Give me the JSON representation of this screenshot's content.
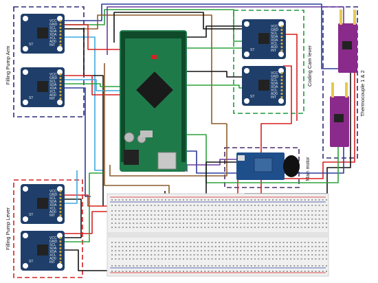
{
  "groups": {
    "arm": {
      "label": "Filling Pump Arm",
      "color": "#2b2a7a"
    },
    "cam": {
      "label": "Coding Cam lever",
      "color": "#1a9a3a"
    },
    "thermo": {
      "label": "Thermocouple 1 & 2",
      "color": "#2b2a7a"
    },
    "motor": {
      "label": "Main motor",
      "color": "#4a2a6a"
    },
    "lever": {
      "label": "Filling Pump Lever",
      "color": "#d02020"
    }
  },
  "board": {
    "color": "#1f7a4a",
    "chip_color": "#1a1a1a"
  },
  "sensor": {
    "color": "#1f3f6a",
    "chip_color": "#222222",
    "pins": [
      "VCC",
      "GND",
      "SCL",
      "SDA",
      "XDA",
      "XCL",
      "AD0",
      "INT"
    ],
    "st_label": "ST"
  },
  "thermo_module": {
    "color": "#8a2a8a"
  },
  "motor_module": {
    "color": "#1f4f8a"
  },
  "wire_colors": {
    "red": "#d81e1e",
    "black": "#111111",
    "blue": "#2a3a9a",
    "green": "#2aa23a",
    "cyan": "#38a8e0",
    "brown": "#8a5a2a",
    "purple": "#6a3aa0"
  }
}
